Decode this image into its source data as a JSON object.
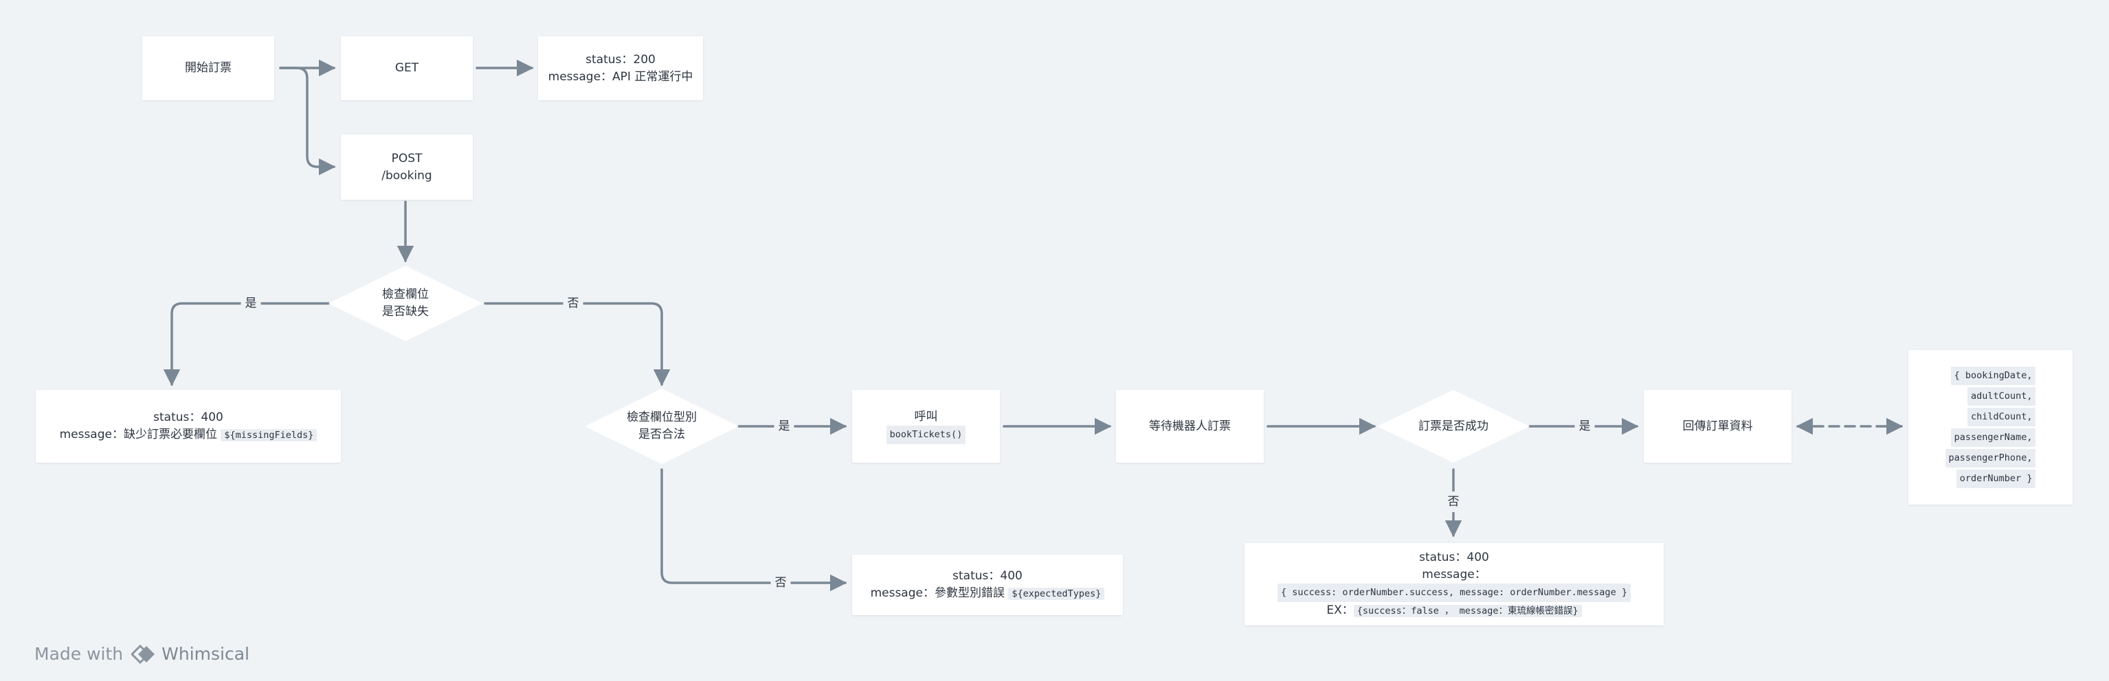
{
  "nodes": {
    "start": "開始訂票",
    "get": "GET",
    "get_response": {
      "line1": "status：200",
      "line2": "message：API 正常運行中"
    },
    "post": {
      "line1": "POST",
      "line2": "/booking"
    },
    "check_missing": {
      "line1": "檢查欄位",
      "line2": "是否缺失"
    },
    "missing_response": {
      "line1": "status：400",
      "line2_text": "message：缺少訂票必要欄位 ",
      "line2_code": "${missingFields}"
    },
    "check_types": {
      "line1": "檢查欄位型別",
      "line2": "是否合法"
    },
    "call_book": {
      "line1": "呼叫",
      "code": "bookTickets()"
    },
    "wait_robot": "等待機器人訂票",
    "booking_success": "訂票是否成功",
    "return_data": "回傳訂單資料",
    "order_object": [
      "{ bookingDate,",
      "adultCount,",
      "childCount,",
      "passengerName,",
      "passengerPhone,",
      "orderNumber }"
    ],
    "type_error_response": {
      "line1": "status：400",
      "line2_text": "message：參數型別錯誤 ",
      "line2_code": "${expectedTypes}"
    },
    "fail_response": {
      "line1": "status：400",
      "line2": "message：",
      "line3_code": "{ success: orderNumber.success, message: orderNumber.message }",
      "line4_text": "EX：",
      "line4_code": "{success：false ， message：東琉線帳密錯誤}"
    }
  },
  "edge_labels": {
    "missing_yes": "是",
    "missing_no": "否",
    "types_yes": "是",
    "types_no": "否",
    "success_yes": "是",
    "success_no": "否"
  },
  "footer": {
    "made_with": "Made with",
    "brand": "Whimsical"
  },
  "colors": {
    "background": "#f0f3f6",
    "node": "#ffffff",
    "edge": "#7a8794",
    "text": "#2d3540"
  }
}
